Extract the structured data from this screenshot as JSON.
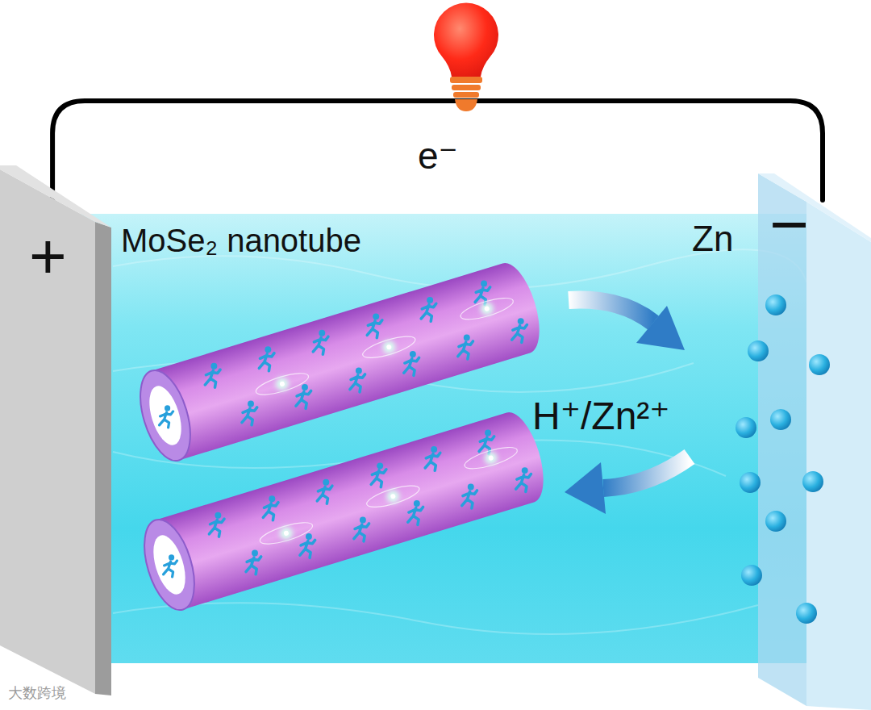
{
  "diagram": {
    "nodes": [
      {
        "text": [
          "+"
        ]
      },
      {
        "text": [
          "Zn",
          "−"
        ]
      }
    ],
    "edges": [
      {
        "from": 0,
        "to": 1,
        "arrow": "none",
        "label": "e⁻"
      }
    ],
    "labels": [
      "MoSe₂ nanotube",
      "H⁺/Zn²⁺",
      "大数跨境"
    ]
  }
}
